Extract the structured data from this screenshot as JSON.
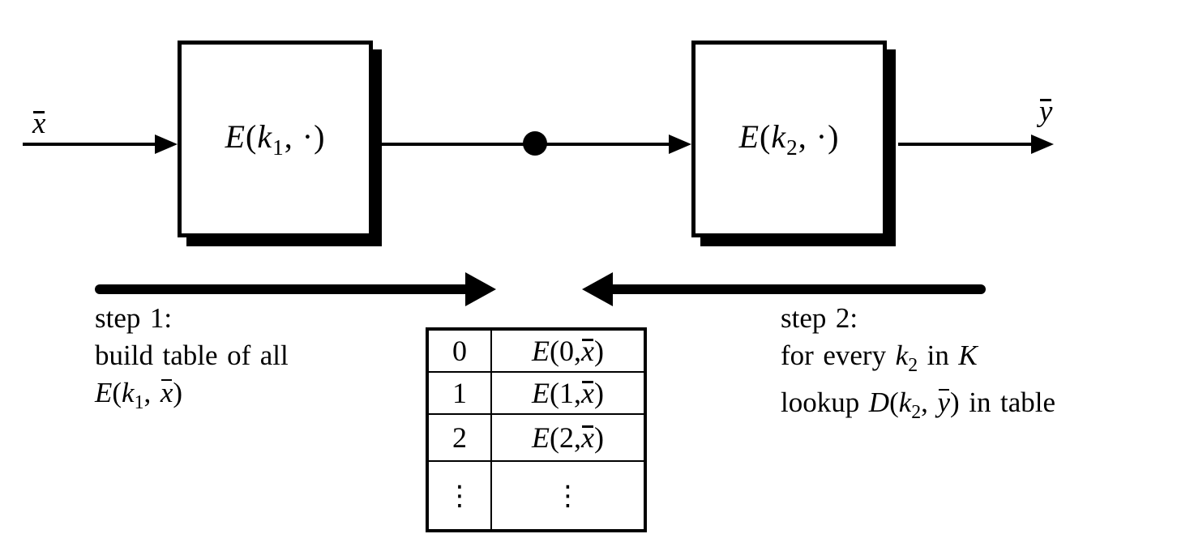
{
  "labels": {
    "input": "x̄",
    "output": "ȳ",
    "box1": "E(k_1, ·)",
    "box2": "E(k_2, ·)"
  },
  "step1": {
    "arrow_direction": "right",
    "lines": [
      {
        "segments": [
          {
            "t": "step 1:",
            "s": "rm"
          }
        ]
      },
      {
        "segments": [
          {
            "t": "build table of all",
            "s": "rm"
          }
        ]
      },
      {
        "segments": [
          {
            "t": "E(k_1, x̄)",
            "s": "math"
          }
        ]
      }
    ]
  },
  "step2": {
    "arrow_direction": "left",
    "lines": [
      {
        "segments": [
          {
            "t": "step 2:",
            "s": "rm"
          }
        ]
      },
      {
        "segments": [
          {
            "t": "for every ",
            "s": "rm"
          },
          {
            "t": "k_2",
            "s": "math"
          },
          {
            "t": " in ",
            "s": "rm"
          },
          {
            "t": "K",
            "s": "cal"
          }
        ]
      },
      {
        "segments": [
          {
            "t": "lookup ",
            "s": "rm"
          },
          {
            "t": "D(k_2, ȳ)",
            "s": "math"
          },
          {
            "t": " in table",
            "s": "rm"
          }
        ]
      }
    ]
  },
  "table": {
    "rows": [
      {
        "key": "0",
        "value": "E(0, x̄)"
      },
      {
        "key": "1",
        "value": "E(1, x̄)"
      },
      {
        "key": "2",
        "value": "E(2, x̄)"
      },
      {
        "key": "⋮",
        "value": "⋮"
      }
    ]
  },
  "colors": {
    "ink": "#000000",
    "background": "#ffffff"
  }
}
